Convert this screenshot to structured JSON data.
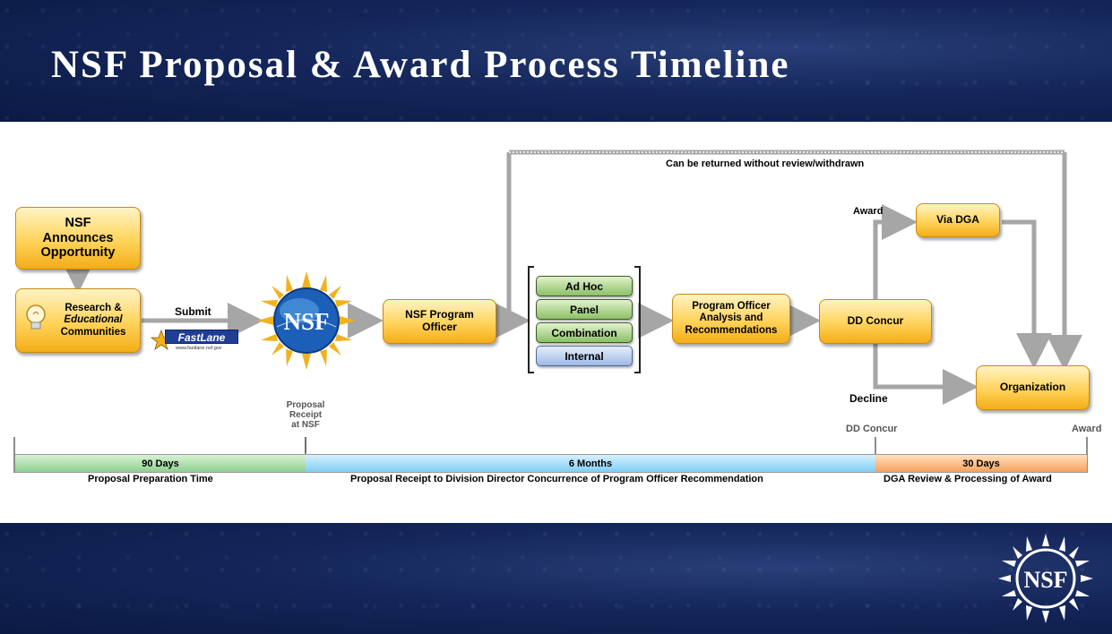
{
  "slide": {
    "title": "NSF Proposal & Award Process Timeline"
  },
  "flow": {
    "announce": [
      "NSF",
      "Announces",
      "Opportunity"
    ],
    "communities": [
      "Research &",
      "Educational",
      "Communities"
    ],
    "submit": "Submit",
    "fastlane": "FastLane",
    "fastlane_url": "www.fastlane.nsf.gov",
    "nsf_logo_text": "NSF",
    "program_officer": [
      "NSF Program",
      "Officer"
    ],
    "review_types": [
      "Ad Hoc",
      "Panel",
      "Combination",
      "Internal"
    ],
    "po_analysis": [
      "Program Officer",
      "Analysis and",
      "Recommendations"
    ],
    "dd_concur": "DD Concur",
    "via_dga": "Via DGA",
    "organization": "Organization",
    "award_label": "Award",
    "decline_label": "Decline",
    "returned_label": "Can be returned without review/withdrawn"
  },
  "timeline": {
    "markers": {
      "proposal_receipt": [
        "Proposal",
        "Receipt",
        "at NSF"
      ],
      "dd_concur": "DD Concur",
      "award": "Award"
    },
    "segments": [
      {
        "duration": "90 Days",
        "caption": "Proposal Preparation Time"
      },
      {
        "duration": "6 Months",
        "caption": "Proposal Receipt to Division Director Concurrence of Program Officer Recommendation"
      },
      {
        "duration": "30 Days",
        "caption": "DGA Review & Processing of Award"
      }
    ]
  },
  "footer": {
    "logo_text": "NSF"
  },
  "colors": {
    "banner": "#14265a",
    "box_yellow": "#ffd35a",
    "arrow_gray": "#a6a6a6"
  }
}
